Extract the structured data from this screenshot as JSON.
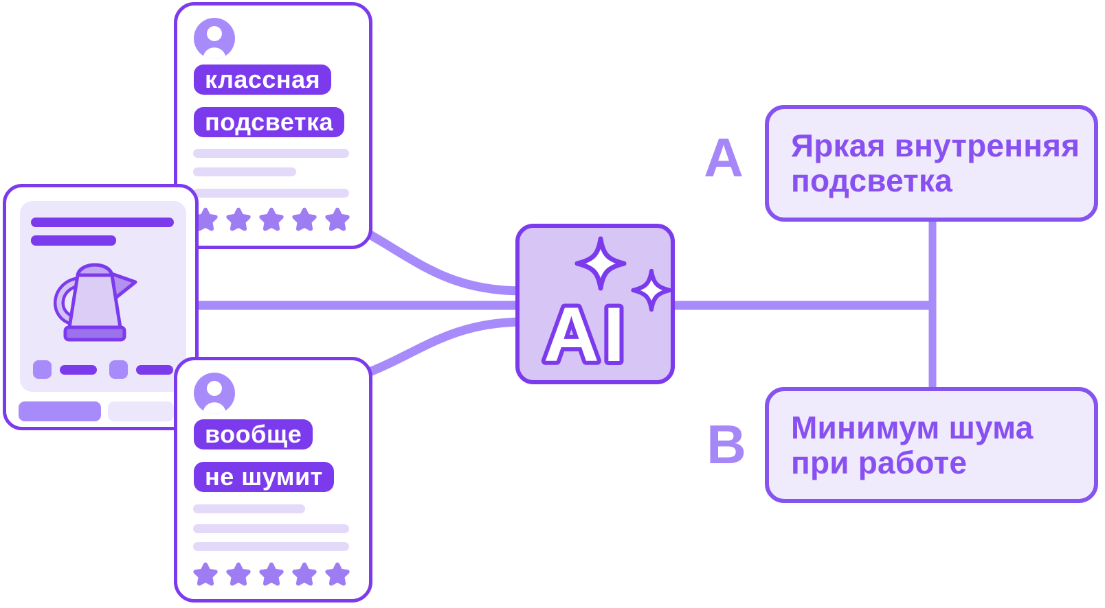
{
  "palette": {
    "violet_dark": "#7C3AED",
    "violet_border": "#8553F0",
    "violet_text": "#8850F0",
    "violet_medium": "#A78BFA",
    "star_color": "#9E7DF3",
    "lavender_fill": "#EFEAFC",
    "lavender_panel": "#EDE7FB",
    "lavender_line": "#E3D9F9",
    "ai_fill": "#D7C5F6",
    "card_bg": "#FFFFFF"
  },
  "reviews": [
    {
      "badges": [
        "классная",
        "подсветка"
      ],
      "stars": 5
    },
    {
      "badges": [
        "вообще",
        "не шумит"
      ],
      "stars": 5
    }
  ],
  "ai_box": {
    "label": "AI"
  },
  "outputs": [
    {
      "letter": "A",
      "lines": [
        "Яркая внутренняя",
        "подсветка"
      ]
    },
    {
      "letter": "B",
      "lines": [
        "Минимум шума",
        "при работе"
      ]
    }
  ]
}
